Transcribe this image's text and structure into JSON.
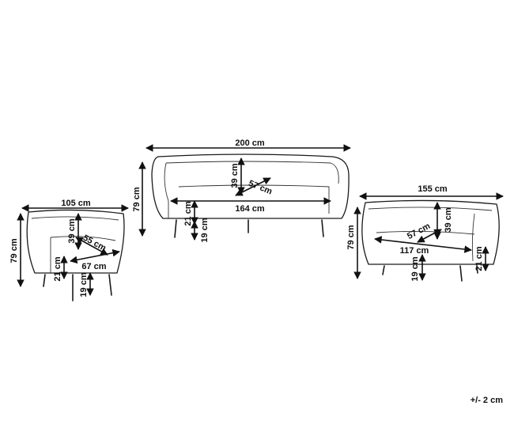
{
  "sofa3": {
    "width": "200 cm",
    "height": "79 cm",
    "back_height": "39 cm",
    "seat_depth": "57 cm",
    "seat_width": "164 cm",
    "seat_height": "21 cm",
    "leg_height": "19 cm"
  },
  "armchair": {
    "width": "105 cm",
    "height": "79 cm",
    "back_height": "39 cm",
    "seat_depth": "55 cm",
    "seat_width": "67 cm",
    "seat_height": "21 cm",
    "leg_height": "19 cm"
  },
  "sofa2": {
    "width": "155 cm",
    "height": "79 cm",
    "back_height": "39 cm",
    "seat_depth": "57 cm",
    "seat_width": "117 cm",
    "seat_height": "21 cm",
    "leg_height": "19 cm"
  },
  "tolerance": "+/- 2 cm"
}
